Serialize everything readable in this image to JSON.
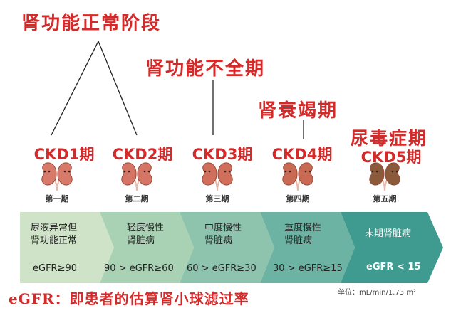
{
  "titles": {
    "normal_stage": "肾功能正常阶段",
    "insufficient_stage": "肾功能不全期",
    "failure_stage": "肾衰竭期",
    "uremia_stage": "尿毒症期"
  },
  "stages": [
    {
      "ckd": "CKD1期",
      "label": "第一期",
      "desc1": "尿液异常但",
      "desc2": "肾功能正常",
      "egfr": "eGFR≥90",
      "kidney_color": "#d87a6a"
    },
    {
      "ckd": "CKD2期",
      "label": "第二期",
      "desc1": "轻度慢性",
      "desc2": "肾脏病",
      "egfr": "90 > eGFR≥60",
      "kidney_color": "#d47565"
    },
    {
      "ckd": "CKD3期",
      "label": "第三期",
      "desc1": "中度慢性",
      "desc2": "肾脏病",
      "egfr": "60 > eGFR≥30",
      "kidney_color": "#cf6f5c"
    },
    {
      "ckd": "CKD4期",
      "label": "第四期",
      "desc1": "重度慢性",
      "desc2": "肾脏病",
      "egfr": "30 > eGFR≥15",
      "kidney_color": "#c96a55"
    },
    {
      "ckd": "CKD5期",
      "label": "第五期",
      "desc1": "末期肾脏病",
      "desc2": "",
      "egfr": "eGFR < 15",
      "kidney_color": "#8a5a3a"
    }
  ],
  "band_colors": [
    "#cfe3c8",
    "#a9d1b4",
    "#8ec4ad",
    "#6db3a3",
    "#3f9b8f"
  ],
  "unit": "单位：mL/min/1.73 m²",
  "footer": "eGFR：即患者的估算肾小球滤过率"
}
